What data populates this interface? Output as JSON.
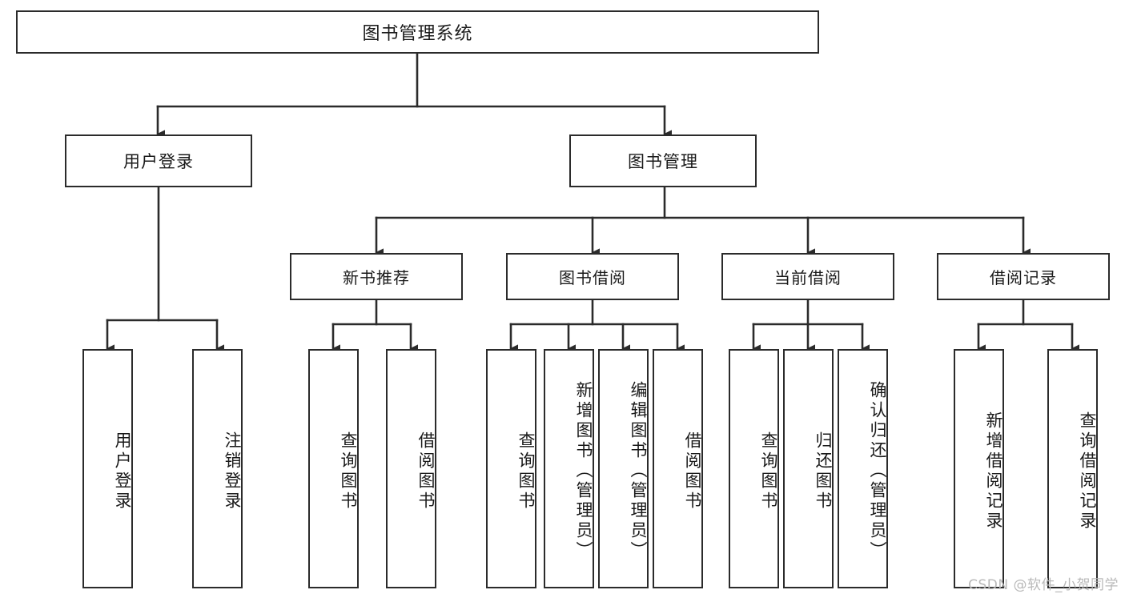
{
  "diagram": {
    "title": "图书管理系统",
    "type": "tree",
    "watermark": "CSDN @软件_小贺同学",
    "colors": {
      "box_border": "#2b2b2b",
      "box_fill": "#ffffff",
      "edge": "#2b2b2b",
      "text": "#1a1a1a",
      "background": "#ffffff",
      "watermark": "#b9b9b9"
    },
    "root": {
      "label": "图书管理系统"
    },
    "level2": [
      {
        "label": "用户登录"
      },
      {
        "label": "图书管理"
      }
    ],
    "level3": [
      {
        "label": "新书推荐"
      },
      {
        "label": "图书借阅"
      },
      {
        "label": "当前借阅"
      },
      {
        "label": "借阅记录"
      }
    ],
    "leaves": {
      "user_login": [
        {
          "label": "用户登录"
        },
        {
          "label": "注销登录"
        }
      ],
      "new_book_recommend": [
        {
          "label": "查询图书"
        },
        {
          "label": "借阅图书"
        }
      ],
      "book_borrow": [
        {
          "label": "查询图书"
        },
        {
          "label": "新增图书（管理员）"
        },
        {
          "label": "编辑图书（管理员）"
        },
        {
          "label": "借阅图书"
        }
      ],
      "current_borrow": [
        {
          "label": "查询图书"
        },
        {
          "label": "归还图书"
        },
        {
          "label": "确认归还（管理员）"
        }
      ],
      "borrow_records": [
        {
          "label": "新增借阅记录"
        },
        {
          "label": "查询借阅记录"
        }
      ]
    }
  }
}
